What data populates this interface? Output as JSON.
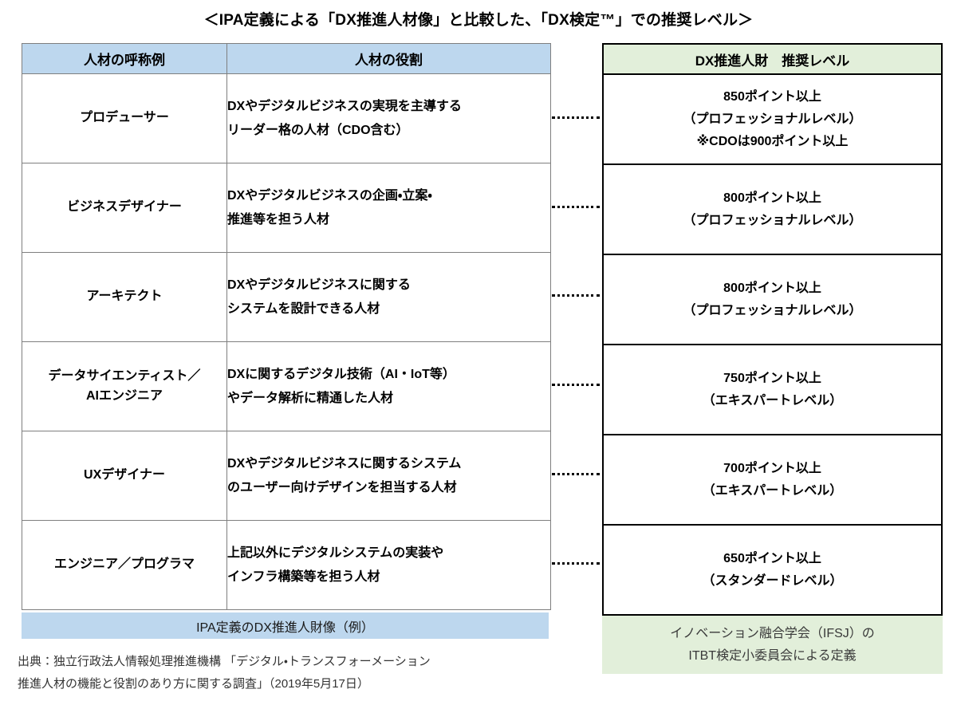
{
  "title": "＜IPA定義による「DX推進人材像」と比較した、「DX検定™」での推奨レベル＞",
  "colors": {
    "left_header_bg": "#bdd7ee",
    "right_header_bg": "#e2efda",
    "left_border": "#7f7f7f",
    "right_border": "#000000",
    "text": "#000000"
  },
  "left_table": {
    "headers": {
      "name": "人材の呼称例",
      "role": "人材の役割"
    },
    "rows": [
      {
        "name": "プロデューサー",
        "role_line1": "DXやデジタルビジネスの実現を主導する",
        "role_line2": "リーダー格の人材（CDO含む）"
      },
      {
        "name": "ビジネスデザイナー",
        "role_line1": "DXやデジタルビジネスの企画・立案・",
        "role_line2": "推進等を担う人材"
      },
      {
        "name": "アーキテクト",
        "role_line1": "DXやデジタルビジネスに関する",
        "role_line2": "システムを設計できる人材"
      },
      {
        "name_line1": "データサイエンティスト／",
        "name_line2": "AIエンジニア",
        "role_line1": "DXに関するデジタル技術（AI・IoT等）",
        "role_line2": "やデータ解析に精通した人材"
      },
      {
        "name": "UXデザイナー",
        "role_line1": "DXやデジタルビジネスに関するシステム",
        "role_line2": "のユーザー向けデザインを担当する人材"
      },
      {
        "name": "エンジニア／プログラマ",
        "role_line1": "上記以外にデジタルシステムの実装や",
        "role_line2": "インフラ構築等を担う人材"
      }
    ],
    "footer_band": "IPA定義のDX推進人財像（例）"
  },
  "right_table": {
    "header": "DX推進人財　推奨レベル",
    "rows": [
      {
        "points": "850ポイント以上",
        "level": "（プロフェッショナルレベル）",
        "note": "※CDOは900ポイント以上"
      },
      {
        "points": "800ポイント以上",
        "level": "（プロフェッショナルレベル）",
        "note": ""
      },
      {
        "points": "800ポイント以上",
        "level": "（プロフェッショナルレベル）",
        "note": ""
      },
      {
        "points": "750ポイント以上",
        "level": "（エキスパートレベル）",
        "note": ""
      },
      {
        "points": "700ポイント以上",
        "level": "（エキスパートレベル）",
        "note": ""
      },
      {
        "points": "650ポイント以上",
        "level": "（スタンダードレベル）",
        "note": ""
      }
    ],
    "footer_band_line1": "イノベーション融合学会（IFSJ）の",
    "footer_band_line2": "ITBT検定小委員会による定義"
  },
  "source_note": {
    "line1": "出典：独立行政法人情報処理推進機構 「デジタル・トランスフォーメーション",
    "line2": "推進人材の機能と役割のあり方に関する調査」（2019年5月17日）"
  }
}
